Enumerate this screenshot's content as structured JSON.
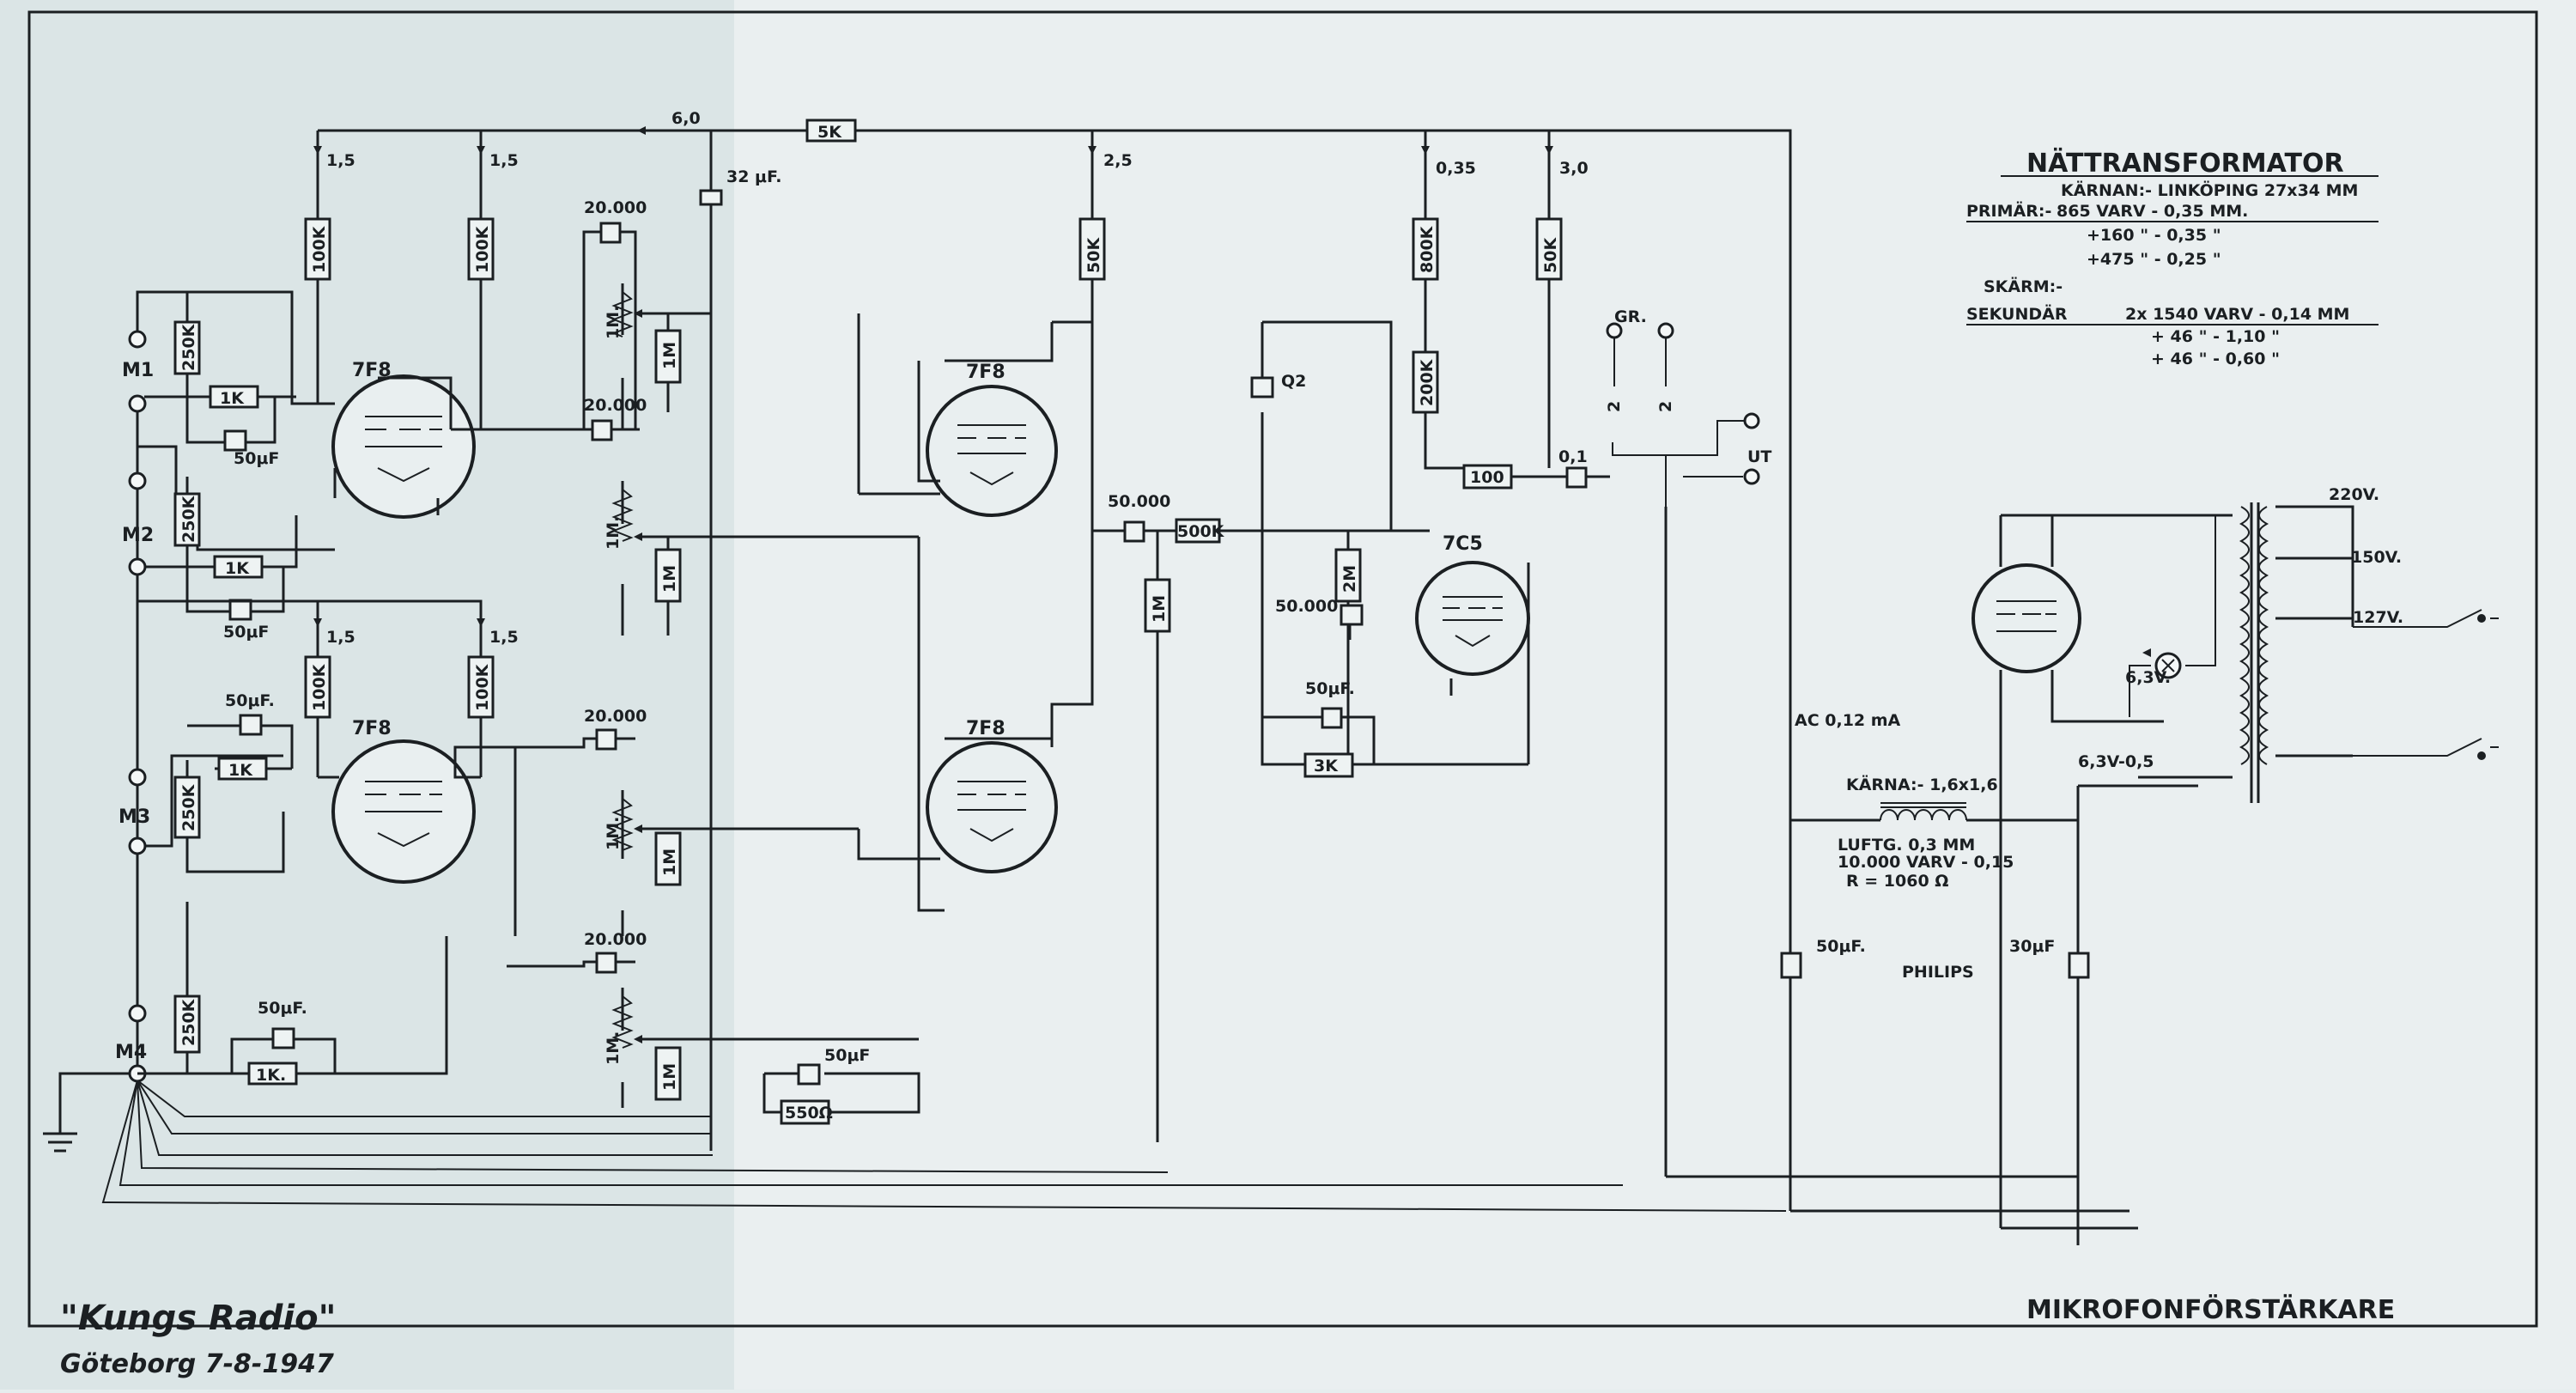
{
  "title": "MIKROFONFÖRSTÄRKARE",
  "signature": {
    "line1": "\"Kungs Radio\"",
    "line2": "Göteborg 7-8-1947"
  },
  "transformer_spec": {
    "heading": "NÄTTRANSFORMATOR",
    "core": "KÄRNAN:- LINKÖPING 27x34 MM",
    "primary_label": "PRIMÄR:-",
    "primary": [
      "865 VARV - 0,35 MM.",
      "+160 \" - 0,35 \"",
      "+475 \" - 0,25 \""
    ],
    "screen": "SKÄRM:-",
    "secondary_label": "SEKUNDÄR",
    "secondary": [
      "2x 1540 VARV - 0,14 MM",
      "+ 46 \" - 1,10 \"",
      "+ 46 \" - 0,60 \""
    ]
  },
  "inputs": [
    "M1",
    "M2",
    "M3",
    "M4"
  ],
  "tubes": {
    "preamp": "7F8",
    "output": "7C5"
  },
  "supply": {
    "bus": "6,0",
    "bus_resistor": "5K"
  },
  "voltages": [
    "1,5",
    "1,5",
    "1,5",
    "1,5",
    "2,5",
    "0,35",
    "3,0"
  ],
  "capacitors": [
    "32 μF.",
    "20.000",
    "20.000",
    "20.000",
    "20.000",
    "50μF",
    "50μF",
    "50μF.",
    "50μF.",
    "50μF",
    "Q2",
    "50.000",
    "50.000",
    "50μF.",
    "0,1",
    "50μF.",
    "30μF"
  ],
  "resistors": [
    "100K",
    "100K",
    "100K",
    "100K",
    "250K",
    "250K",
    "250K",
    "250K",
    "1K",
    "1K",
    "1K",
    "1K.",
    "1M.",
    "1M.",
    "1M.",
    "1M.",
    "1M",
    "1M",
    "1M",
    "1M",
    "50K",
    "800K",
    "200K",
    "50K",
    "100",
    "500K",
    "1M",
    "2M",
    "3K",
    "550Ω"
  ],
  "output_jack": {
    "left": "GR.",
    "right": "UT",
    "pins": [
      "2",
      "2"
    ]
  },
  "mains": {
    "taps": [
      "220V.",
      "150V.",
      "127V."
    ],
    "heater_a": "6,3V.",
    "heater_b": "6,3V-0,5"
  },
  "choke": {
    "current": "AC 0,12 mA",
    "core": "KÄRNA:- 1,6x1,6",
    "gap": "LUFTG. 0,3 MM",
    "winding": "10.000 VARV - 0,15",
    "resistance": "R = 1060 Ω"
  },
  "filter_caps": {
    "left": "50μF.",
    "right": "30μF"
  },
  "brand": "PHILIPS"
}
